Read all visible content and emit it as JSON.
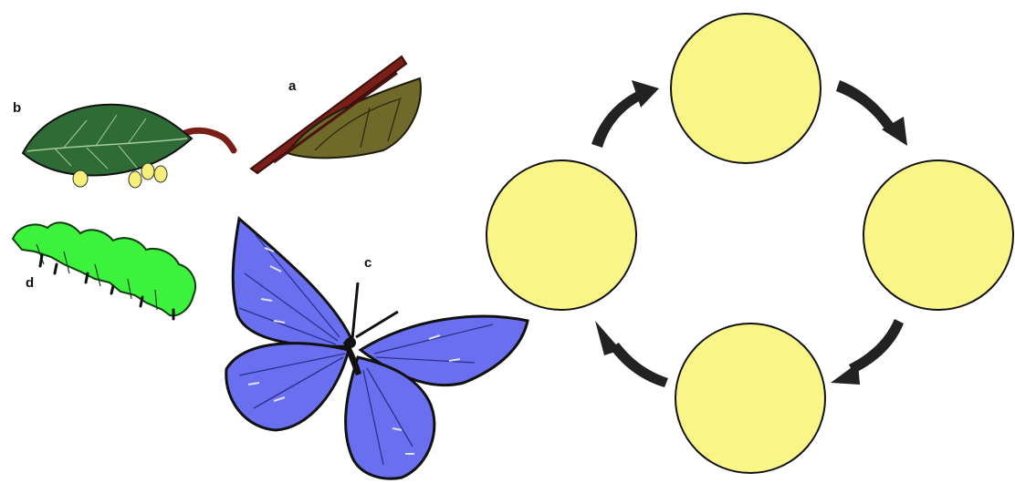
{
  "labels": {
    "a": "a",
    "b": "b",
    "c": "c",
    "d": "d"
  },
  "stages": [
    {
      "key": "a",
      "icon": "chrysalis-icon"
    },
    {
      "key": "b",
      "icon": "eggs-on-leaf-icon"
    },
    {
      "key": "c",
      "icon": "butterfly-icon"
    },
    {
      "key": "d",
      "icon": "caterpillar-icon"
    }
  ],
  "cycle": {
    "circle_count": 4,
    "circle_fill": "#f9f687",
    "arrow_color": "#222222"
  },
  "colors": {
    "leaf": "#2e6b35",
    "egg": "#f6f07a",
    "chrysalis": "#6f6a2a",
    "twig": "#7a1e18",
    "caterpillar": "#3df23d",
    "butterfly": "#6a6ff0"
  }
}
